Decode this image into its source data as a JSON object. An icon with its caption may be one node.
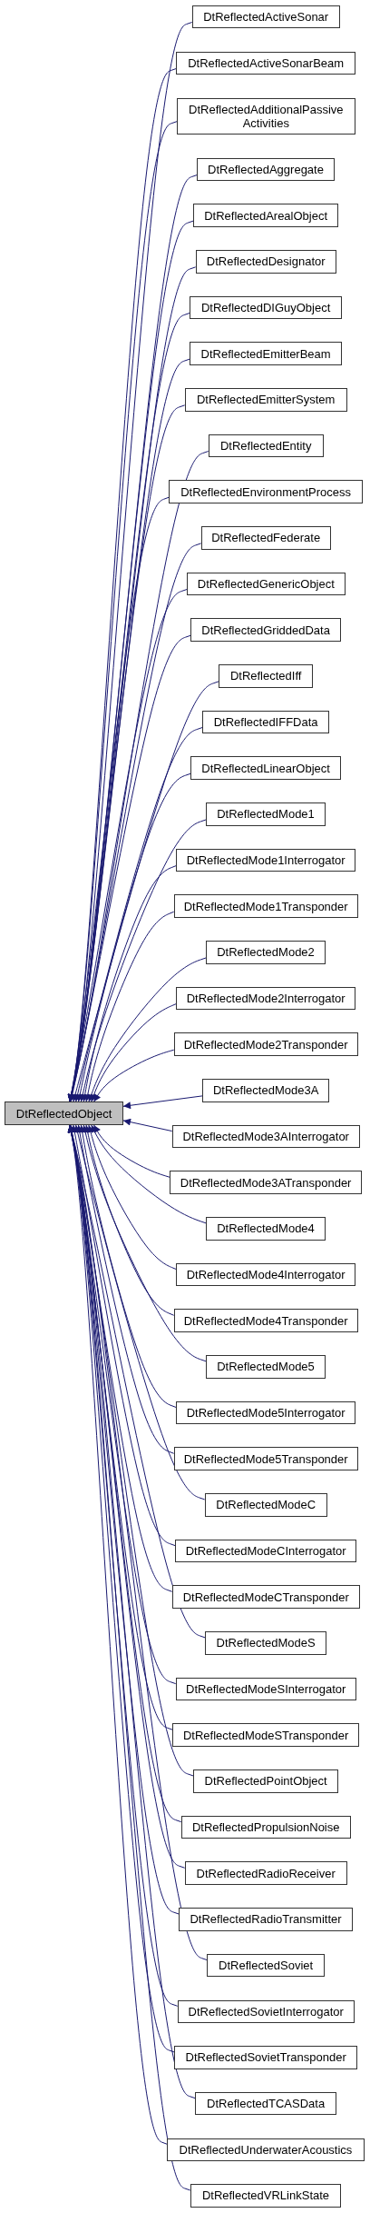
{
  "diagram": {
    "nodes": [
      {
        "text": [
          "DtReflectedObject"
        ]
      },
      {
        "text": [
          "DtReflectedActiveSonar"
        ]
      },
      {
        "text": [
          "DtReflectedActiveSonarBeam"
        ]
      },
      {
        "text": [
          "DtReflectedAdditionalPassive Activities"
        ]
      },
      {
        "text": [
          "DtReflectedAggregate"
        ]
      },
      {
        "text": [
          "DtReflectedArealObject"
        ]
      },
      {
        "text": [
          "DtReflectedDesignator"
        ]
      },
      {
        "text": [
          "DtReflectedDIGuyObject"
        ]
      },
      {
        "text": [
          "DtReflectedEmitterBeam"
        ]
      },
      {
        "text": [
          "DtReflectedEmitterSystem"
        ]
      },
      {
        "text": [
          "DtReflectedEntity"
        ]
      },
      {
        "text": [
          "DtReflectedEnvironmentProcess"
        ]
      },
      {
        "text": [
          "DtReflectedFederate"
        ]
      },
      {
        "text": [
          "DtReflectedGenericObject"
        ]
      },
      {
        "text": [
          "DtReflectedGriddedData"
        ]
      },
      {
        "text": [
          "DtReflectedIff"
        ]
      },
      {
        "text": [
          "DtReflectedIFFData"
        ]
      },
      {
        "text": [
          "DtReflectedLinearObject"
        ]
      },
      {
        "text": [
          "DtReflectedMode1"
        ]
      },
      {
        "text": [
          "DtReflectedMode1Interrogator"
        ]
      },
      {
        "text": [
          "DtReflectedMode1Transponder"
        ]
      },
      {
        "text": [
          "DtReflectedMode2"
        ]
      },
      {
        "text": [
          "DtReflectedMode2Interrogator"
        ]
      },
      {
        "text": [
          "DtReflectedMode2Transponder"
        ]
      },
      {
        "text": [
          "DtReflectedMode3A"
        ]
      },
      {
        "text": [
          "DtReflectedMode3AInterrogator"
        ]
      },
      {
        "text": [
          "DtReflectedMode3ATransponder"
        ]
      },
      {
        "text": [
          "DtReflectedMode4"
        ]
      },
      {
        "text": [
          "DtReflectedMode4Interrogator"
        ]
      },
      {
        "text": [
          "DtReflectedMode4Transponder"
        ]
      },
      {
        "text": [
          "DtReflectedMode5"
        ]
      },
      {
        "text": [
          "DtReflectedMode5Interrogator"
        ]
      },
      {
        "text": [
          "DtReflectedMode5Transponder"
        ]
      },
      {
        "text": [
          "DtReflectedModeC"
        ]
      },
      {
        "text": [
          "DtReflectedModeCInterrogator"
        ]
      },
      {
        "text": [
          "DtReflectedModeCTransponder"
        ]
      },
      {
        "text": [
          "DtReflectedModeS"
        ]
      },
      {
        "text": [
          "DtReflectedModeSInterrogator"
        ]
      },
      {
        "text": [
          "DtReflectedModeSTransponder"
        ]
      },
      {
        "text": [
          "DtReflectedPointObject"
        ]
      },
      {
        "text": [
          "DtReflectedPropulsionNoise"
        ]
      },
      {
        "text": [
          "DtReflectedRadioReceiver"
        ]
      },
      {
        "text": [
          "DtReflectedRadioTransmitter"
        ]
      },
      {
        "text": [
          "DtReflectedSoviet"
        ]
      },
      {
        "text": [
          "DtReflectedSovietInterrogator"
        ]
      },
      {
        "text": [
          "DtReflectedSovietTransponder"
        ]
      },
      {
        "text": [
          "DtReflectedTCASData"
        ]
      },
      {
        "text": [
          "DtReflectedUnderwaterAcoustics"
        ]
      },
      {
        "text": [
          "DtReflectedVRLinkState"
        ]
      }
    ],
    "edges": [
      {
        "from": 1,
        "to": 0,
        "arrow": "to"
      },
      {
        "from": 2,
        "to": 0,
        "arrow": "to"
      },
      {
        "from": 3,
        "to": 0,
        "arrow": "to"
      },
      {
        "from": 4,
        "to": 0,
        "arrow": "to"
      },
      {
        "from": 5,
        "to": 0,
        "arrow": "to"
      },
      {
        "from": 6,
        "to": 0,
        "arrow": "to"
      },
      {
        "from": 7,
        "to": 0,
        "arrow": "to"
      },
      {
        "from": 8,
        "to": 0,
        "arrow": "to"
      },
      {
        "from": 9,
        "to": 0,
        "arrow": "to"
      },
      {
        "from": 10,
        "to": 0,
        "arrow": "to"
      },
      {
        "from": 11,
        "to": 0,
        "arrow": "to"
      },
      {
        "from": 12,
        "to": 0,
        "arrow": "to"
      },
      {
        "from": 13,
        "to": 0,
        "arrow": "to"
      },
      {
        "from": 14,
        "to": 0,
        "arrow": "to"
      },
      {
        "from": 15,
        "to": 0,
        "arrow": "to"
      },
      {
        "from": 16,
        "to": 0,
        "arrow": "to"
      },
      {
        "from": 17,
        "to": 0,
        "arrow": "to"
      },
      {
        "from": 18,
        "to": 0,
        "arrow": "to"
      },
      {
        "from": 19,
        "to": 0,
        "arrow": "to"
      },
      {
        "from": 20,
        "to": 0,
        "arrow": "to"
      },
      {
        "from": 21,
        "to": 0,
        "arrow": "to"
      },
      {
        "from": 22,
        "to": 0,
        "arrow": "to"
      },
      {
        "from": 23,
        "to": 0,
        "arrow": "to"
      },
      {
        "from": 24,
        "to": 0,
        "arrow": "to"
      },
      {
        "from": 25,
        "to": 0,
        "arrow": "to"
      },
      {
        "from": 26,
        "to": 0,
        "arrow": "to"
      },
      {
        "from": 27,
        "to": 0,
        "arrow": "to"
      },
      {
        "from": 28,
        "to": 0,
        "arrow": "to"
      },
      {
        "from": 29,
        "to": 0,
        "arrow": "to"
      },
      {
        "from": 30,
        "to": 0,
        "arrow": "to"
      },
      {
        "from": 31,
        "to": 0,
        "arrow": "to"
      },
      {
        "from": 32,
        "to": 0,
        "arrow": "to"
      },
      {
        "from": 33,
        "to": 0,
        "arrow": "to"
      },
      {
        "from": 34,
        "to": 0,
        "arrow": "to"
      },
      {
        "from": 35,
        "to": 0,
        "arrow": "to"
      },
      {
        "from": 36,
        "to": 0,
        "arrow": "to"
      },
      {
        "from": 37,
        "to": 0,
        "arrow": "to"
      },
      {
        "from": 38,
        "to": 0,
        "arrow": "to"
      },
      {
        "from": 39,
        "to": 0,
        "arrow": "to"
      },
      {
        "from": 40,
        "to": 0,
        "arrow": "to"
      },
      {
        "from": 41,
        "to": 0,
        "arrow": "to"
      },
      {
        "from": 42,
        "to": 0,
        "arrow": "to"
      },
      {
        "from": 43,
        "to": 0,
        "arrow": "to"
      },
      {
        "from": 44,
        "to": 0,
        "arrow": "to"
      },
      {
        "from": 45,
        "to": 0,
        "arrow": "to"
      },
      {
        "from": 46,
        "to": 0,
        "arrow": "to"
      },
      {
        "from": 47,
        "to": 0,
        "arrow": "to"
      },
      {
        "from": 48,
        "to": 0,
        "arrow": "to"
      }
    ]
  }
}
